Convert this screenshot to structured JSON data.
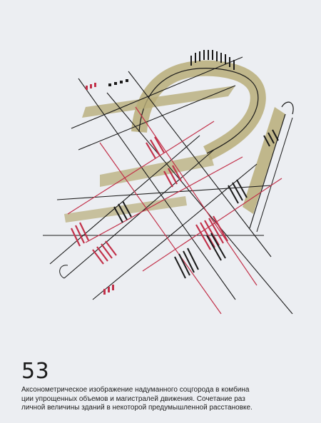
{
  "plate": {
    "number": "53"
  },
  "caption": {
    "lines": [
      "Аксонометрическое изображение надуманного соцгорода в комбина",
      "ции упрощенных объемов и магистралей движения. Сочетание раз",
      "личной величины зданий в некоторой предумышленной расстановке."
    ]
  },
  "colors": {
    "paper": "#eceef2",
    "ink": "#1a1a1a",
    "red": "#c2314a",
    "olive": "#b8ad79",
    "text": "#1c1c1c"
  }
}
